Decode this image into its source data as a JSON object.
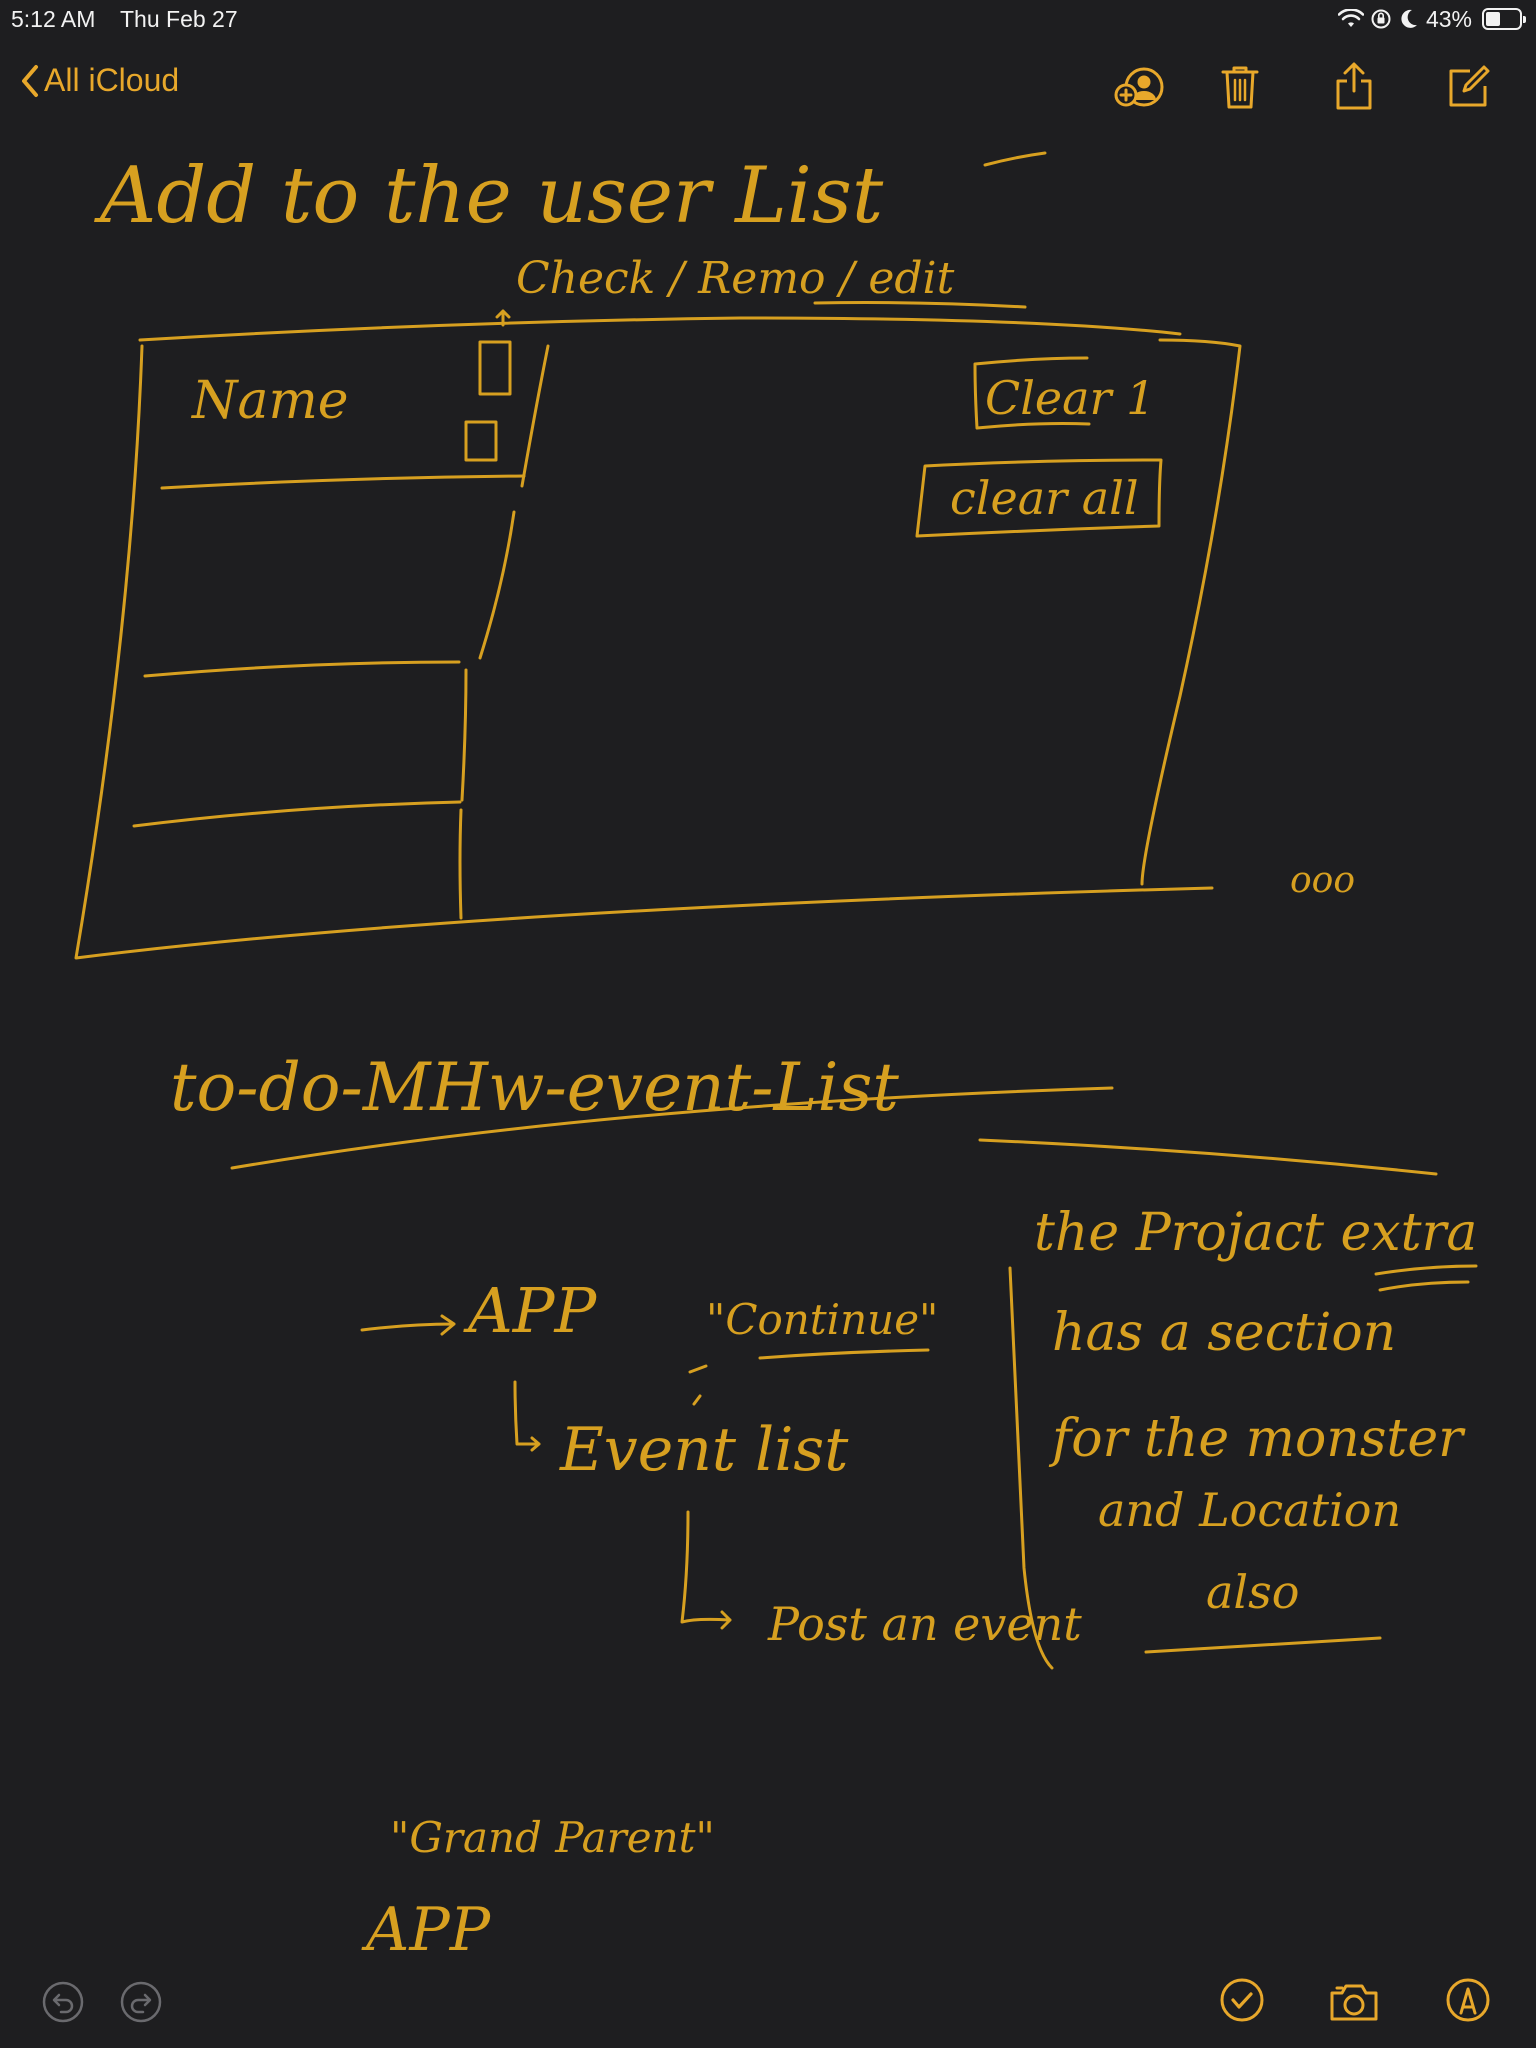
{
  "status_bar": {
    "time": "5:12 AM",
    "date": "Thu Feb 27",
    "battery_percent": "43%",
    "battery_level": 0.43
  },
  "toolbar": {
    "back_label": "All iCloud",
    "icons": [
      "person-add-icon",
      "trash-icon",
      "share-icon",
      "compose-icon"
    ]
  },
  "note": {
    "title": "Add to the user List",
    "subtitle": "Check / Remo / edit",
    "table_header": "Name",
    "button_clear": "Clear 1",
    "button_clear_all": "clear all",
    "ellipsis": "ooo",
    "section_title": "to-do-MHw-event-List",
    "side_note_lines": [
      "the Projact extra",
      "has a section",
      "for the monster",
      "and Location",
      "also"
    ],
    "flow_app": "APP",
    "flow_continue": "\"Continue\"",
    "flow_event_list": "Event list",
    "flow_post_event": "Post an event",
    "grand_parent": "\"Grand Parent\"",
    "bottom_app": "APP"
  },
  "colors": {
    "background": "#1e1e20",
    "ink": "#d7a020",
    "accent": "#e8a82b"
  },
  "bottom_bar": {
    "left_icons": [
      "undo-icon",
      "redo-icon"
    ],
    "right_icons": [
      "checklist-icon",
      "camera-icon",
      "markup-icon"
    ]
  }
}
